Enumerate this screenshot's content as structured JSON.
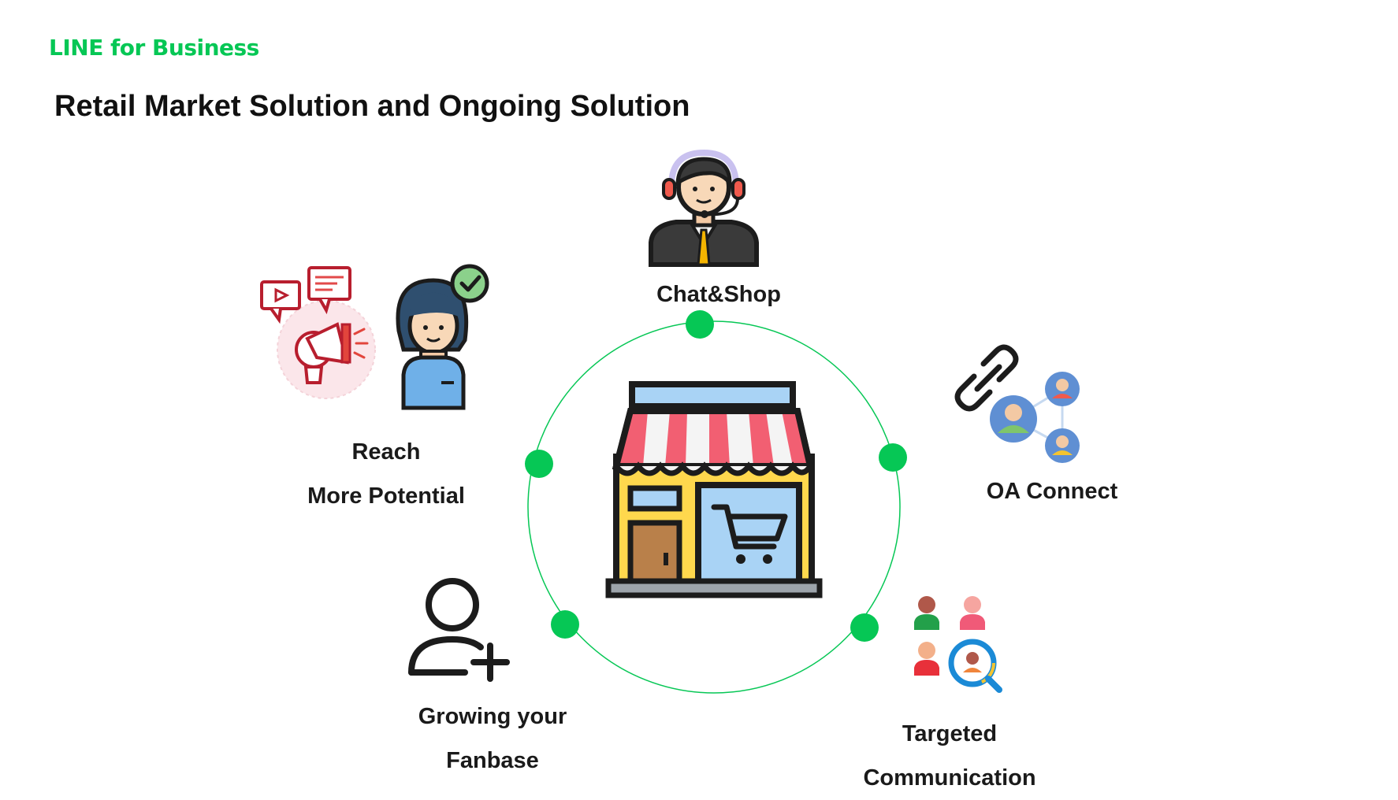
{
  "header": {
    "brand": "LINE for Business",
    "title": "Retail Market Solution and Ongoing Solution"
  },
  "diagram": {
    "center_icon": "store-icon",
    "ring_color": "#06c755",
    "nodes": [
      {
        "id": "chat-shop",
        "lines": [
          "Chat&Shop"
        ],
        "icon": "customer-service-agent-icon"
      },
      {
        "id": "oa-connect",
        "lines": [
          "OA Connect"
        ],
        "icon": "link-network-icon"
      },
      {
        "id": "targeted-communication",
        "lines": [
          "Targeted",
          "Communication"
        ],
        "icon": "audience-search-icon"
      },
      {
        "id": "growing-fanbase",
        "lines": [
          "Growing your",
          "Fanbase"
        ],
        "icon": "add-user-icon"
      },
      {
        "id": "reach-potential",
        "lines": [
          "Reach",
          "More Potential"
        ],
        "icon": "marketing-megaphone-icon"
      }
    ]
  }
}
